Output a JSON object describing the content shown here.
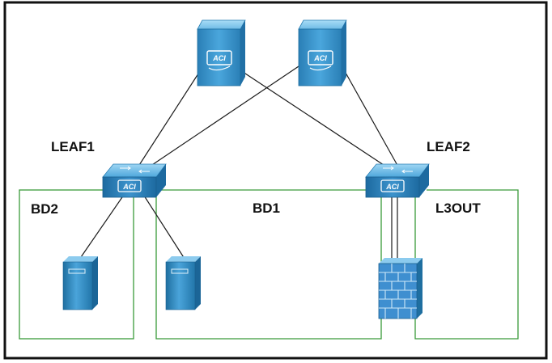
{
  "labels": {
    "leaf1": "LEAF1",
    "leaf2": "LEAF2",
    "bd1": "BD1",
    "bd2": "BD2",
    "l3out": "L3OUT"
  },
  "icons": {
    "aci_logo_text": "ACI"
  },
  "colors": {
    "frame": "#111111",
    "link": "#1a1a1a",
    "domain_box": "#3a9a3a",
    "device_dark": "#1f6fa0",
    "device_light": "#7fc4ec",
    "firewall": "#3f8fd0"
  }
}
